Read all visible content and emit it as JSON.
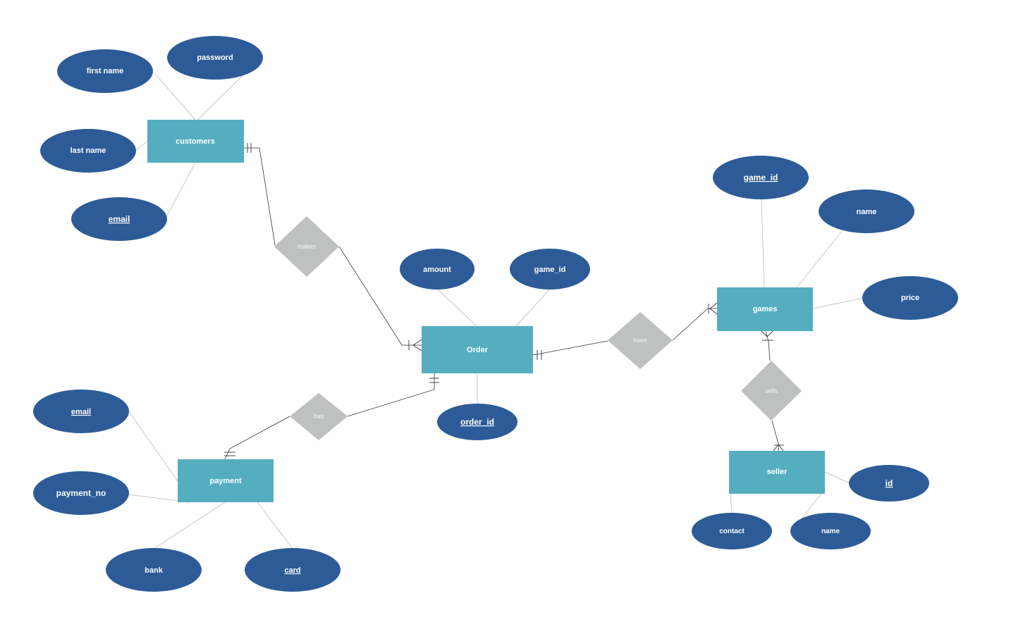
{
  "colors": {
    "entity": "#55aec0",
    "attribute": "#2d5b97",
    "relationship": "#bfc1c1",
    "label": "#ffffff"
  },
  "entities": {
    "customers": "customers",
    "order": "Order",
    "games": "games",
    "payment": "payment",
    "seller": "seller"
  },
  "relationships": {
    "makes": "makes",
    "have": "have",
    "has": "has",
    "sells": "sells"
  },
  "attributes": {
    "customers": {
      "first_name": "first name",
      "password": "password",
      "last_name": "last name",
      "email": "email"
    },
    "order": {
      "amount": "amount",
      "game_id": "game_id",
      "order_id": "order_id"
    },
    "games": {
      "game_id": "game_id",
      "name": "name",
      "price": "price"
    },
    "payment": {
      "email": "email",
      "payment_no": "payment_no",
      "bank": "bank",
      "card": "card"
    },
    "seller": {
      "id": "id",
      "contact": "contact",
      "name": "name"
    }
  }
}
